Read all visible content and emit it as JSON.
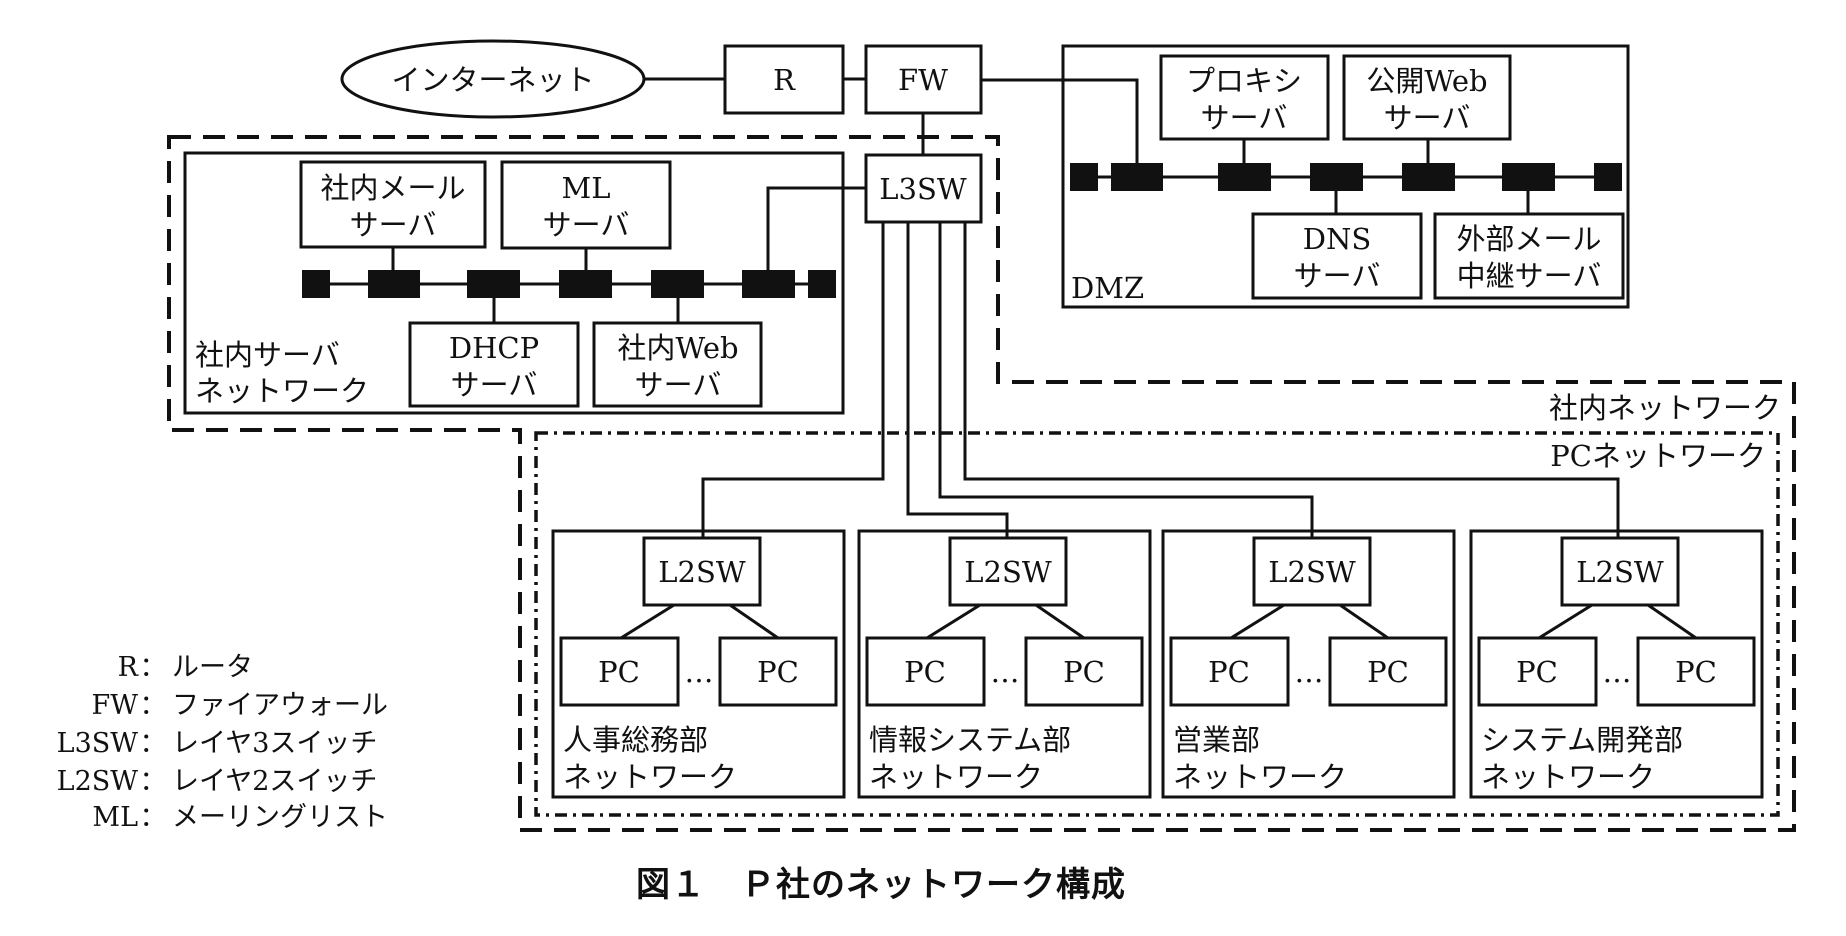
{
  "internet": {
    "label": "インターネット"
  },
  "router": {
    "label": "R"
  },
  "firewall": {
    "label": "FW"
  },
  "l3switch": {
    "label": "L3SW"
  },
  "server_network": {
    "label_line1": "社内サーバ",
    "label_line2": "ネットワーク",
    "servers": [
      {
        "line1": "社内メール",
        "line2": "サーバ"
      },
      {
        "line1": "ML",
        "line2": "サーバ"
      },
      {
        "line1": "DHCP",
        "line2": "サーバ"
      },
      {
        "line1": "社内Web",
        "line2": "サーバ"
      }
    ]
  },
  "dmz": {
    "label": "DMZ",
    "servers": [
      {
        "line1": "プロキシ",
        "line2": "サーバ"
      },
      {
        "line1": "公開Web",
        "line2": "サーバ"
      },
      {
        "line1": "DNS",
        "line2": "サーバ"
      },
      {
        "line1": "外部メール",
        "line2": "中継サーバ"
      }
    ]
  },
  "internal_network": {
    "label": "社内ネットワーク"
  },
  "pc_network": {
    "label": "PCネットワーク",
    "departments": [
      {
        "switch": "L2SW",
        "pc": "PC",
        "ellipsis": "…",
        "line1": "人事総務部",
        "line2": "ネットワーク"
      },
      {
        "switch": "L2SW",
        "pc": "PC",
        "ellipsis": "…",
        "line1": "情報システム部",
        "line2": "ネットワーク"
      },
      {
        "switch": "L2SW",
        "pc": "PC",
        "ellipsis": "…",
        "line1": "営業部",
        "line2": "ネットワーク"
      },
      {
        "switch": "L2SW",
        "pc": "PC",
        "ellipsis": "…",
        "line1": "システム開発部",
        "line2": "ネットワーク"
      }
    ]
  },
  "legend": [
    {
      "abbr": "R",
      "sep": "：",
      "desc": "ルータ"
    },
    {
      "abbr": "FW",
      "sep": "：",
      "desc": "ファイアウォール"
    },
    {
      "abbr": "L3SW",
      "sep": "：",
      "desc": "レイヤ3スイッチ"
    },
    {
      "abbr": "L2SW",
      "sep": "：",
      "desc": "レイヤ2スイッチ"
    },
    {
      "abbr": "ML",
      "sep": "：",
      "desc": "メーリングリスト"
    }
  ],
  "caption": "図１　Ｐ社のネットワーク構成"
}
